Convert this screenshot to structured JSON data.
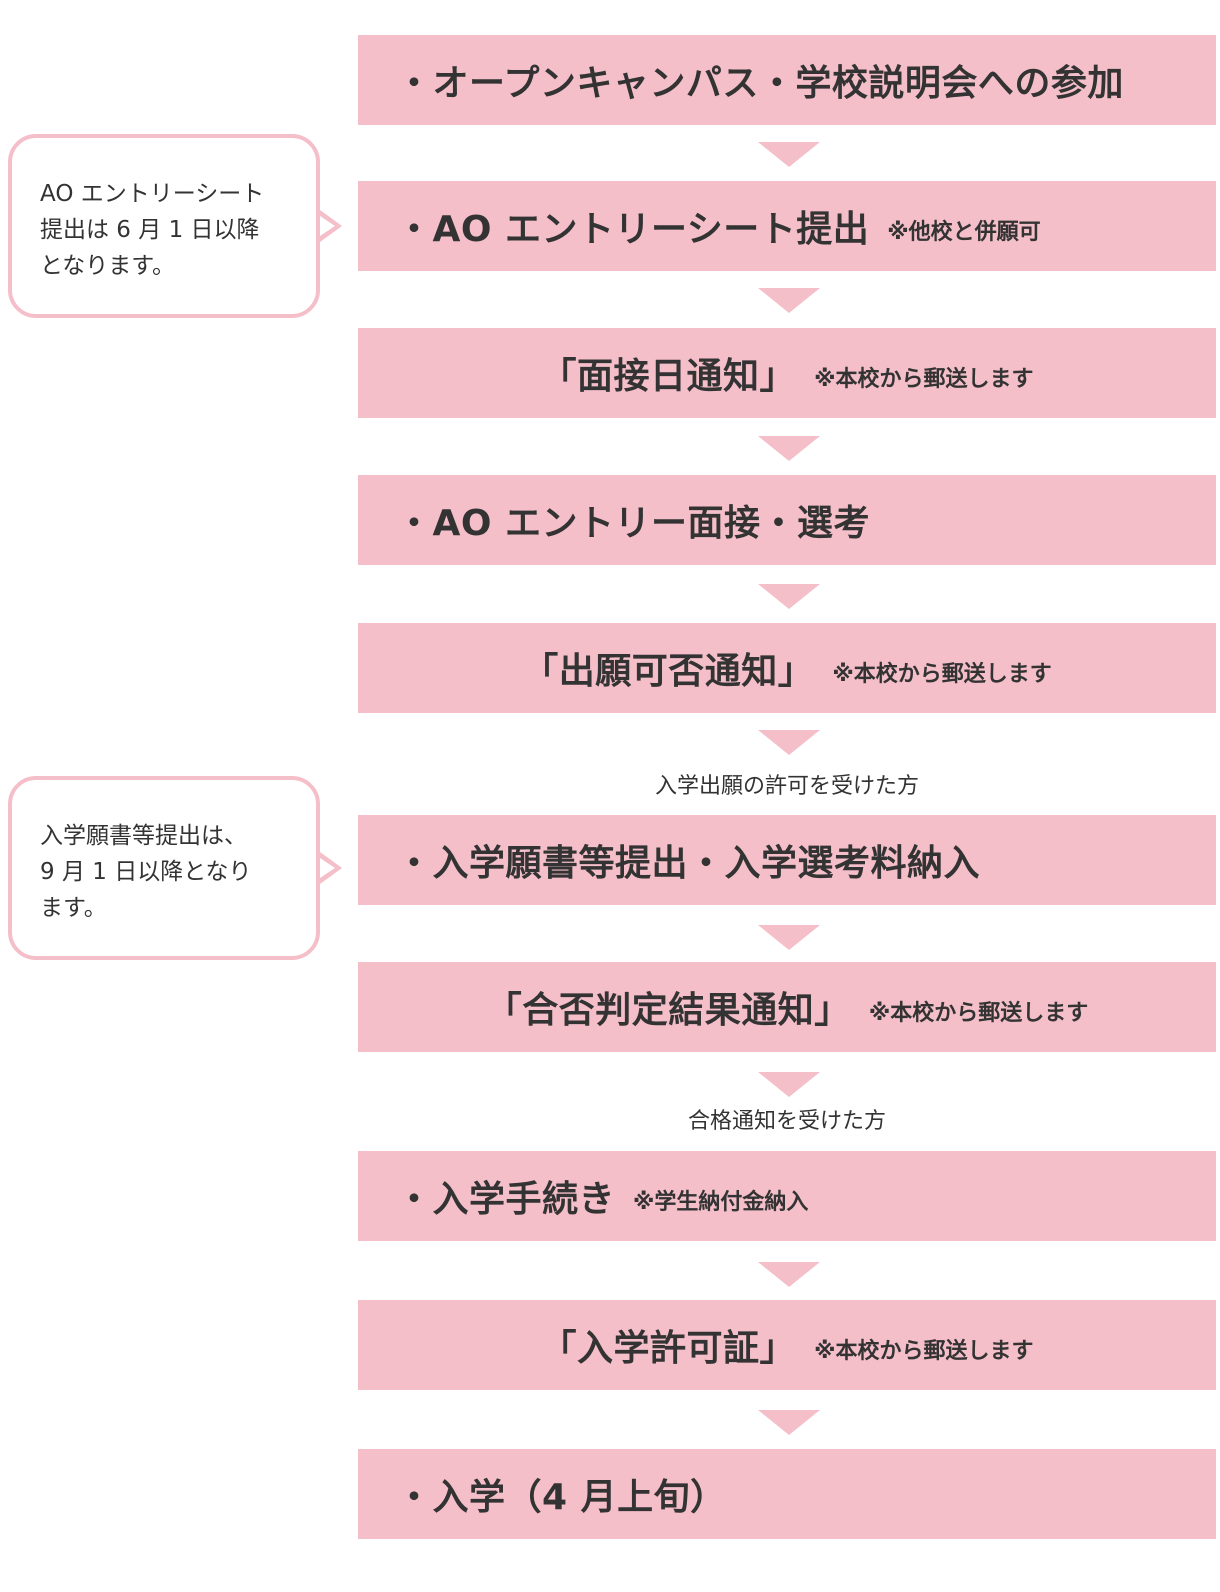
{
  "steps": [
    {
      "main": "・オープンキャンパス・学校説明会への参加",
      "note": ""
    },
    {
      "main": "・AO エントリーシート提出",
      "note": "※他校と併願可"
    },
    {
      "main": "「面接日通知」",
      "note": "※本校から郵送します"
    },
    {
      "main": "・AO エントリー面接・選考",
      "note": ""
    },
    {
      "main": "「出願可否通知」",
      "note": "※本校から郵送します"
    },
    {
      "main": "・入学願書等提出・入学選考料納入",
      "note": ""
    },
    {
      "main": "「合否判定結果通知」",
      "note": "※本校から郵送します"
    },
    {
      "main": "・入学手続き",
      "note": "※学生納付金納入"
    },
    {
      "main": "「入学許可証」",
      "note": "※本校から郵送します"
    },
    {
      "main": "・入学（4 月上旬）",
      "note": ""
    }
  ],
  "conditions": {
    "before_application": "入学出願の許可を受けた方",
    "before_enrollment": "合格通知を受けた方"
  },
  "callouts": {
    "entry_sheet": {
      "lines": [
        "AO エントリーシート",
        "提出は 6 月 1 日以降",
        "となります。"
      ]
    },
    "application": {
      "lines": [
        "入学願書等提出は、",
        "9 月 1 日以降となり",
        "ます。"
      ]
    }
  },
  "colors": {
    "box": "#f5bfca",
    "text": "#333333"
  }
}
